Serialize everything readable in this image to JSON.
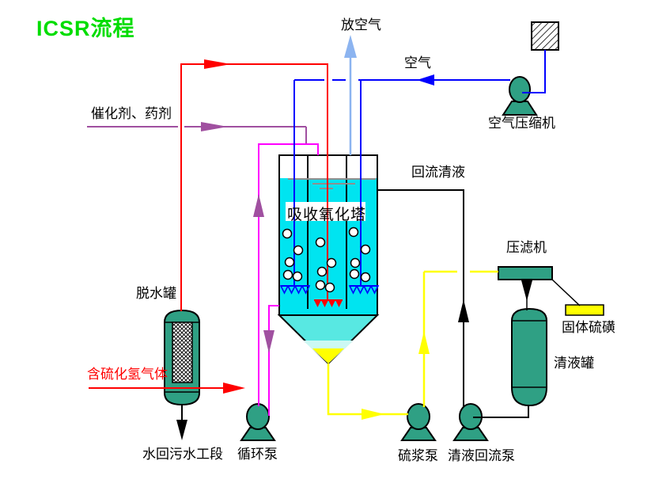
{
  "title": {
    "text": "ICSR流程",
    "color": "#00dd00"
  },
  "labels": {
    "vent_gas": "放空气",
    "air": "空气",
    "air_compressor": "空气压缩机",
    "catalyst": "催化剂、药剂",
    "reflux_clear_liquid": "回流清液",
    "absorption_tower": "吸收氧化塔",
    "filter_press": "压滤机",
    "solid_sulfur": "固体硫磺",
    "clear_liquid_tank": "清液罐",
    "dehydration_tank": "脱水罐",
    "h2s_gas": "含硫化氢气体",
    "water_to_sewage": "水回污水工段",
    "circulation_pump": "循环泵",
    "sulfur_slurry_pump": "硫浆泵",
    "clear_liquid_reflux_pump": "清液回流泵"
  },
  "colors": {
    "title_green": "#00dd00",
    "equipment_teal": "#2fa084",
    "liquid_cyan": "#00e4f0",
    "funnel_cyan": "#58e8e2",
    "sulfur_yellow": "#ffff00",
    "pipe_red": "#ff0000",
    "pipe_blue": "#0000ff",
    "pipe_light_blue": "#8cb4f0",
    "pipe_magenta": "#ff00ff",
    "pipe_purple": "#a050a0",
    "pipe_yellow": "#ffff00",
    "pipe_black": "#000000",
    "h2s_label_red": "#ff0000"
  }
}
